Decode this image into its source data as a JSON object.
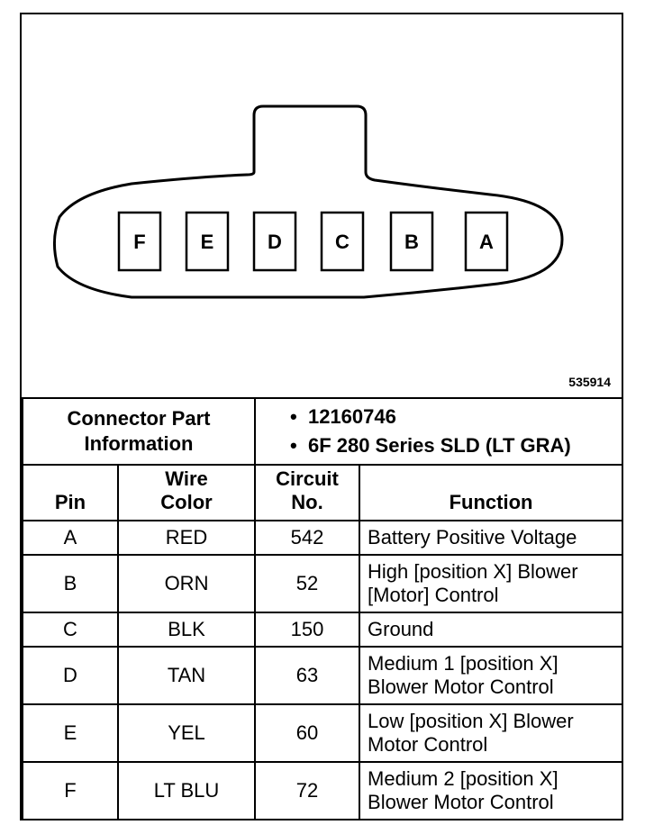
{
  "figure_number": "535914",
  "connector": {
    "pins_left_to_right": [
      "F",
      "E",
      "D",
      "C",
      "B",
      "A"
    ]
  },
  "part_info": {
    "label_line1": "Connector Part",
    "label_line2": "Information",
    "items": [
      "12160746",
      "6F 280 Series SLD (LT GRA)"
    ]
  },
  "table": {
    "headers": {
      "pin": "Pin",
      "wire_color_line1": "Wire",
      "wire_color_line2": "Color",
      "circuit_line1": "Circuit",
      "circuit_line2": "No.",
      "function": "Function"
    },
    "rows": [
      {
        "pin": "A",
        "color": "RED",
        "circuit": "542",
        "function_line1": "Battery Positive Voltage",
        "function_line2": ""
      },
      {
        "pin": "B",
        "color": "ORN",
        "circuit": "52",
        "function_line1": "High [position X] Blower",
        "function_line2": "[Motor] Control"
      },
      {
        "pin": "C",
        "color": "BLK",
        "circuit": "150",
        "function_line1": "Ground",
        "function_line2": ""
      },
      {
        "pin": "D",
        "color": "TAN",
        "circuit": "63",
        "function_line1": "Medium 1 [position X]",
        "function_line2": "Blower Motor Control"
      },
      {
        "pin": "E",
        "color": "YEL",
        "circuit": "60",
        "function_line1": "Low [position X] Blower",
        "function_line2": "Motor Control"
      },
      {
        "pin": "F",
        "color": "LT BLU",
        "circuit": "72",
        "function_line1": "Medium 2 [position X]",
        "function_line2": "Blower Motor Control"
      }
    ]
  }
}
